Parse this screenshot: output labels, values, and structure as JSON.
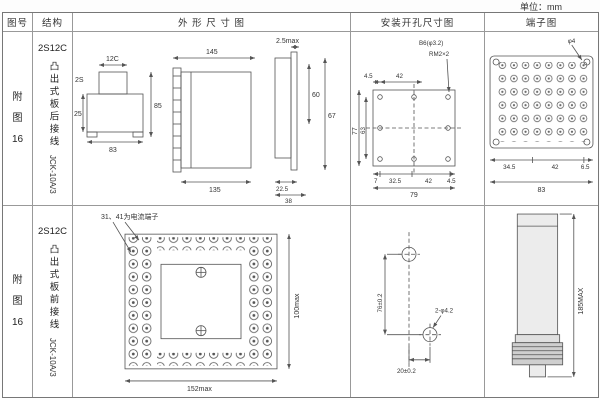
{
  "unit": "单位：mm",
  "header": {
    "fig": "图号",
    "struct": "结构",
    "outline": "外 形 尺 寸 图",
    "mount": "安装开孔尺寸图",
    "terminal": "端子图"
  },
  "rows": [
    {
      "fig_no": "附 图 16",
      "model": "2S12C",
      "desc": "凸出式板后接线",
      "code": "JCK-10A/3",
      "outline": {
        "t12c": "12C",
        "t2s": "2S",
        "d25": "25",
        "d83": "83",
        "d85": "85",
        "d145": "145",
        "d135": "135",
        "dmax": "2.5max",
        "d60": "60",
        "d67": "67",
        "d225": "22.5",
        "d38": "38"
      },
      "mount": {
        "d45a": "4.5",
        "d42a": "42",
        "hole": "B6(φ3.2)",
        "screw": "RM2×2",
        "d77": "77",
        "d63": "63",
        "d7": "7",
        "d325": "32.5",
        "d42b": "42",
        "d45b": "4.5",
        "d79": "79"
      },
      "terminal": {
        "phi": "φ4",
        "d345": "34.5",
        "d42": "42",
        "d65": "6.5",
        "d83": "83"
      }
    },
    {
      "fig_no": "附 图 16",
      "model": "2S12C",
      "desc": "凸出式板前接线",
      "code": "JCK-10A/3",
      "outline": {
        "note": "31、41为电流端子",
        "w": "152max",
        "h": "100max"
      },
      "mount": {
        "v": "76±0.2",
        "hole": "2-φ4.2",
        "h": "20±0.2"
      },
      "terminal": {
        "h": "185MAX"
      }
    }
  ]
}
